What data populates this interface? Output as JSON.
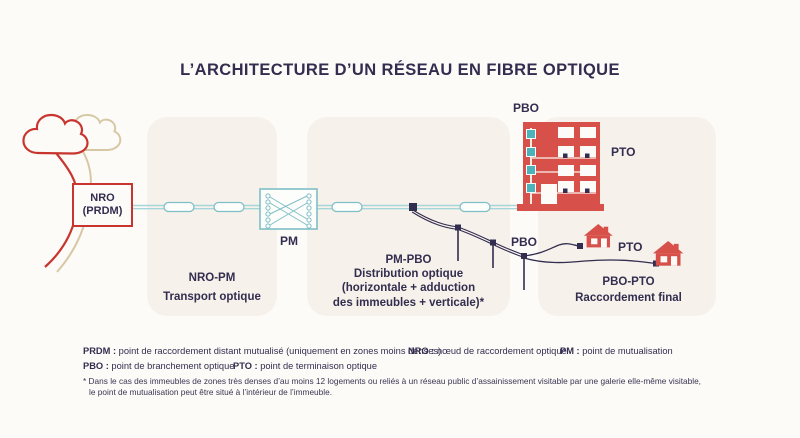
{
  "palette": {
    "background": "#fdfbf8",
    "panel_cream": "#f6f1ea",
    "navy_text": "#332d4f",
    "red_stroke": "#c8352e",
    "building_red": "#d7504a",
    "fiber_teal": "#a5d7da",
    "teal_border": "#7fbfc6",
    "teal_square": "#4db2ba",
    "beige": "#d7c8a5"
  },
  "title": "L’ARCHITECTURE D’UN RÉSEAU EN FIBRE OPTIQUE",
  "nodes": {
    "nro_line1": "NRO",
    "nro_line2": "(PRDM)",
    "pm": "PM",
    "building_pbo": "PBO",
    "building_pto": "PTO",
    "pole_pbo": "PBO",
    "houses_pto": "PTO"
  },
  "sections": [
    {
      "id": "nro-pm",
      "lines": [
        "NRO-PM",
        "Transport optique"
      ]
    },
    {
      "id": "pm-pbo",
      "lines": [
        "PM-PBO",
        "Distribution optique",
        "(horizontale + adduction",
        "des immeubles + verticale)*"
      ]
    },
    {
      "id": "pbo-pto",
      "lines": [
        "PBO-PTO",
        "Raccordement final"
      ]
    }
  ],
  "legend": [
    {
      "term": "PRDM :",
      "definition": "point de raccordement distant mutualisé (uniquement en zones moins denses)"
    },
    {
      "term": "NRO :",
      "definition": "nœud de raccordement optique"
    },
    {
      "term": "PM :",
      "definition": "point de mutualisation"
    },
    {
      "term": "PBO :",
      "definition": "point de branchement optique"
    },
    {
      "term": "PTO :",
      "definition": "point de terminaison optique"
    }
  ],
  "footnote": {
    "line1": "* Dans le cas des immeubles de zones très denses d’au moins 12 logements ou reliés à un réseau public d’assainissement visitable par une galerie elle-même visitable,",
    "line2": "le point de mutualisation peut être situé à l’intérieur de l’immeuble."
  }
}
